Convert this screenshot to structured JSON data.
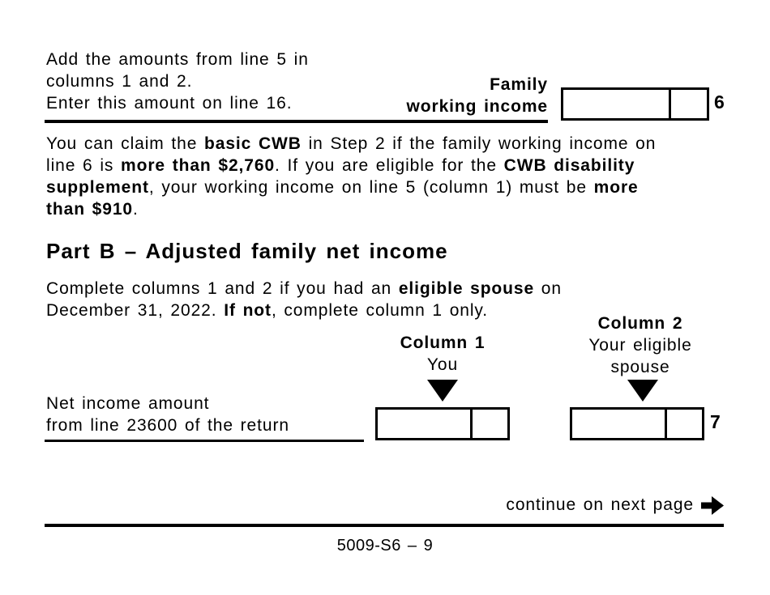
{
  "family_income_row": {
    "instruction_lines": [
      "Add the amounts from line 5 in",
      "columns 1 and 2.",
      "Enter this amount on line 16."
    ],
    "label_lines": [
      "Family",
      "working income"
    ],
    "line_number": "6",
    "dollars_value": "",
    "cents_value": ""
  },
  "cwb_note": {
    "line1": [
      {
        "text": "You can claim the "
      },
      {
        "text": "basic CWB"
      },
      {
        "text": " in Step 2 if the family working income on"
      }
    ],
    "line2": [
      {
        "text": "line 6 is "
      },
      {
        "text": "more than $2,760"
      },
      {
        "text": ". If you are eligible for the "
      },
      {
        "text": "CWB disability"
      }
    ],
    "line3": [
      {
        "text": "supplement"
      },
      {
        "text": ", your working income on line 5 (column 1) must be "
      },
      {
        "text": "more"
      }
    ],
    "line4": [
      {
        "text": "than $910"
      },
      {
        "text": "."
      }
    ]
  },
  "part_b": {
    "heading": "Part B – Adjusted family net income",
    "intro_line1": [
      {
        "text": "Complete columns 1 and 2 if you had an "
      },
      {
        "text": "eligible spouse"
      },
      {
        "text": " on"
      }
    ],
    "intro_line2": [
      {
        "text": "December 31, 2022. "
      },
      {
        "text": "If not"
      },
      {
        "text": ", complete column 1 only."
      }
    ]
  },
  "columns": {
    "col1_title": "Column 1",
    "col1_subtitle": "You",
    "col2_title": "Column 2",
    "col2_subtitle_line1": "Your eligible",
    "col2_subtitle_line2": "spouse"
  },
  "net_income_row": {
    "label_lines": [
      "Net income amount",
      "from line 23600 of the return"
    ],
    "line_number": "7",
    "col1_dollars_value": "",
    "col1_cents_value": "",
    "col2_dollars_value": "",
    "col2_cents_value": ""
  },
  "footer": {
    "continue_text": "continue on next page",
    "page_number": "5009-S6 – 9"
  }
}
